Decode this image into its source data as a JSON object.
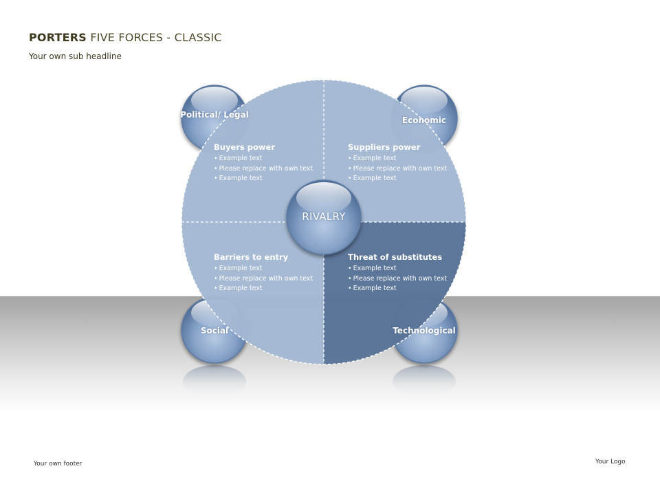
{
  "header": {
    "title_bold": "PORTERS",
    "title_rest": " FIVE FORCES - CLASSIC",
    "subheadline": "Your own sub headline"
  },
  "footer": {
    "text": "Your own footer",
    "logo": "Your Logo"
  },
  "center": {
    "label": "RIVALRY"
  },
  "outer_factors": {
    "political": "Political/ Legal",
    "economic": "Economic",
    "social": "Social",
    "technological": "Technological"
  },
  "forces": [
    {
      "title": "Buyers power",
      "bullets": [
        "Example text",
        "Please replace with own text",
        "Example text"
      ]
    },
    {
      "title": "Suppliers power",
      "bullets": [
        "Example text",
        "Please replace with own text",
        "Example text"
      ]
    },
    {
      "title": "Barriers to entry",
      "bullets": [
        "Example text",
        "Please replace with own text",
        "Example text"
      ]
    },
    {
      "title": "Threat of substitutes",
      "bullets": [
        "Example text",
        "Please replace with own text",
        "Example text"
      ]
    }
  ],
  "colors": {
    "quadrant_light": "#a3b8d3",
    "quadrant_dark": "#5a7498",
    "sphere": "#7f9cc4",
    "title_text": "#4f4a2b"
  }
}
